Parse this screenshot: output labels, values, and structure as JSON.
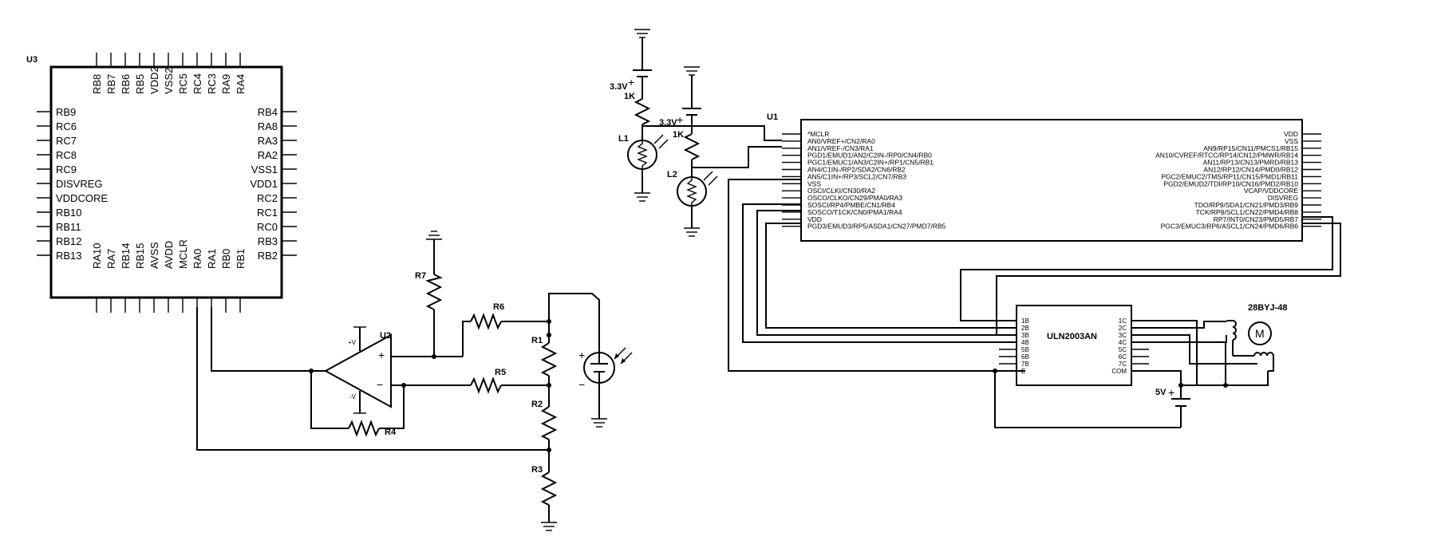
{
  "u3": {
    "ref": "U3",
    "top_pins": [
      "RB8",
      "RB7",
      "RB6",
      "RB5",
      "VDD2",
      "VSS2",
      "RC5",
      "RC4",
      "RC3",
      "RA9",
      "RA4"
    ],
    "left_pins": [
      "RB9",
      "RC6",
      "RC7",
      "RC8",
      "RC9",
      "DISVREG",
      "VDDCORE",
      "RB10",
      "RB11",
      "RB12",
      "RB13"
    ],
    "right_pins": [
      "RB4",
      "RA8",
      "RA3",
      "RA2",
      "VSS1",
      "VDD1",
      "RC2",
      "RC1",
      "RC0",
      "RB3",
      "RB2"
    ],
    "bottom_pins": [
      "RA10",
      "RA7",
      "RB14",
      "RB15",
      "AVSS",
      "AVDD",
      "MCLR",
      "RA0",
      "RA1",
      "RB0",
      "RB1"
    ]
  },
  "u1": {
    "ref": "U1",
    "left_pins": [
      "*MCLR",
      "AN0/VREF+/CN2/RA0",
      "AN1/VREF-/CN3/RA1",
      "PGD1/EMUD1/AN2/C2IN-/RP0/CN4/RB0",
      "PGC1/EMUC1/AN3/C2IN+/RP1/CN5/RB1",
      "AN4/C1IN-/RP2/SDA2/CN6/RB2",
      "AN5/C1IN+/RP3/SCL2/CN7/RB3",
      "VSS",
      "OSCI/CLKI/CN30/RA2",
      "OSCO/CLKO/CN29/PMA0/RA3",
      "SOSCI/RP4/PMBE/CN1/RB4",
      "SOSCO/T1CK/CN0/PMA1/RA4",
      "VDD",
      "PGD3/EMUD3/RP5/ASDA1/CN27/PMD7/RB5"
    ],
    "right_pins": [
      "VDD",
      "VSS",
      "AN9/RP15/CN11/PMCS1/RB15",
      "AN10/CVREF/RTCC/RP14/CN12/PMWR/RB14",
      "AN11/RP13/CN13/PMRD/RB13",
      "AN12/RP12/CN14/PMD0/RB12",
      "PGC2/EMUC2/TMS/RP11/CN15/PMD1/RB11",
      "PGD2/EMUD2/TDI/RP10/CN16/PMD2/RB10",
      "VCAP/VDDCORE",
      "DISVREG",
      "TDO/RP9/SDA1/CN21/PMD3/RB9",
      "TCK/RP8/SCL1/CN22/PMD4/RB8",
      "RP7/INT0/CN23/PMD5/RB7",
      "PGC3/EMUC3/RP6/ASCL1/CN24/PMD6/RB6"
    ]
  },
  "uln": {
    "name": "ULN2003AN",
    "left_pins": [
      "1B",
      "2B",
      "3B",
      "4B",
      "5B",
      "6B",
      "7B",
      "E"
    ],
    "right_pins": [
      "1C",
      "2C",
      "3C",
      "4C",
      "5C",
      "6C",
      "7C",
      "COM"
    ]
  },
  "motor": {
    "name": "28BYJ-48",
    "symbol": "M"
  },
  "opamp": {
    "ref": "U2",
    "vplus": "+V",
    "vminus": "-V",
    "plus": "+",
    "minus": "−"
  },
  "resistors": {
    "r1": "R1",
    "r2": "R2",
    "r3": "R3",
    "r4": "R4",
    "r5": "R5",
    "r6": "R6",
    "r7": "R7"
  },
  "sources": {
    "bat1_v": "3.3V",
    "bat1_r": "1K",
    "bat2_v": "3.3V",
    "bat2_r": "1K",
    "bat3_v": "5V",
    "plus_sign": "+",
    "minus_sign": "−"
  },
  "ldrs": {
    "l1": "L1",
    "l2": "L2"
  }
}
